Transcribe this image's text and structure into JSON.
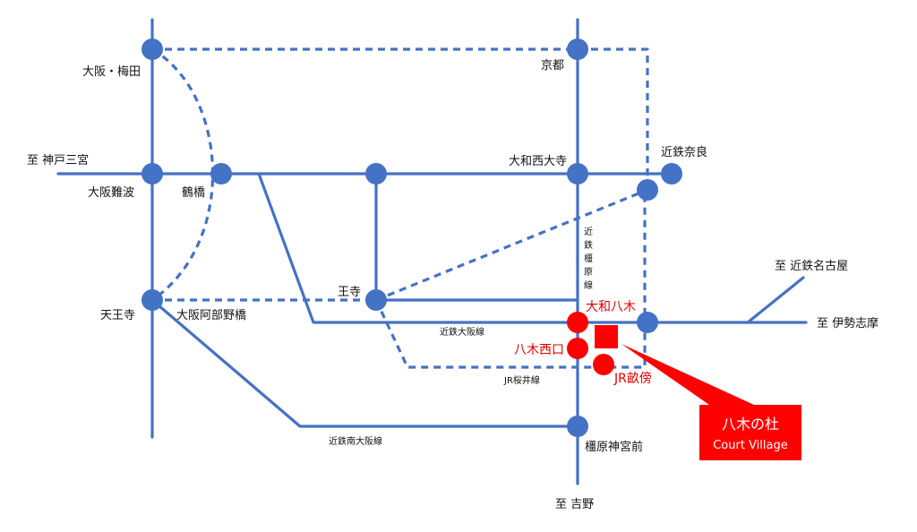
{
  "map": {
    "colors": {
      "line": "#4472C4",
      "highlight": "#FF0000"
    },
    "stations": {
      "osaka_umeda": "大阪・梅田",
      "kyoto": "京都",
      "kintetsu_nara": "近鉄奈良",
      "yamato_saidaiji": "大和西大寺",
      "osaka_namba": "大阪難波",
      "tsuruhashi": "鶴橋",
      "tennoji": "天王寺",
      "osaka_abenobashi": "大阪阿部野橋",
      "oji": "王寺",
      "yamato_yagi": "大和八木",
      "yagi_nishiguchi": "八木西口",
      "jr_unebi": "JR畝傍",
      "kashihara_jingumae": "橿原神宮前"
    },
    "directions": {
      "kobe_sannomiya": "至 神戸三宮",
      "kintetsu_nagoya": "至 近鉄名古屋",
      "ise_shima": "至 伊勢志摩",
      "yoshino": "至 吉野"
    },
    "line_labels": {
      "kintetsu_osaka": "近鉄大阪線",
      "jr_sakurai": "JR桜井線",
      "kintetsu_minami_osaka": "近鉄南大阪線",
      "kintetsu_kashihara": [
        "近",
        "鉄",
        "橿",
        "原",
        "線"
      ]
    },
    "callout": {
      "title": "八木の杜",
      "subtitle": "Court Village"
    }
  }
}
